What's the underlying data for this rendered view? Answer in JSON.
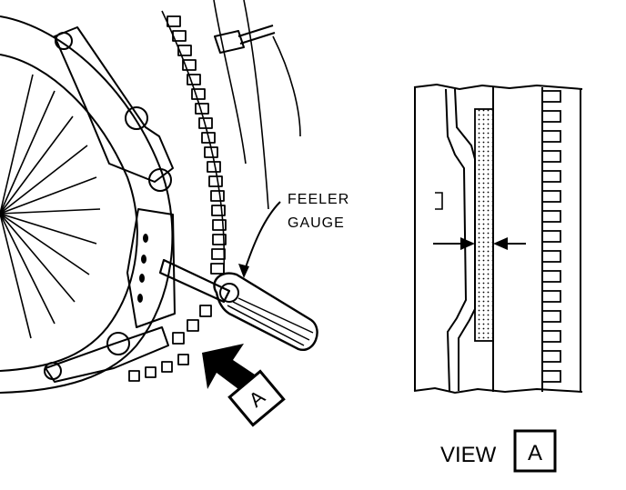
{
  "callout": {
    "line1": "FEELER",
    "line2": "GAUGE"
  },
  "view_marker_letter": "A",
  "view_caption": {
    "word": "VIEW",
    "letter": "A"
  },
  "colors": {
    "ink": "#000000",
    "paper": "#ffffff"
  }
}
